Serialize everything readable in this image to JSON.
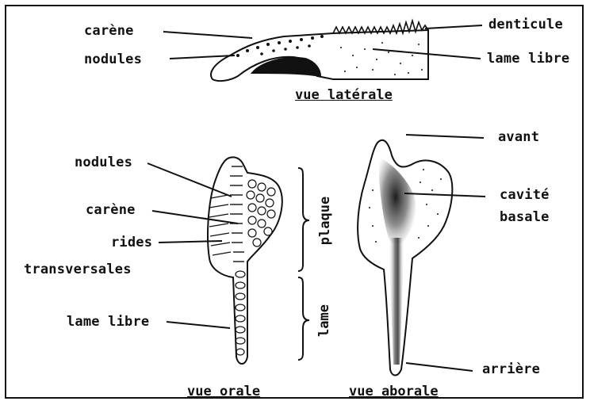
{
  "labels": {
    "carene_top": "carène",
    "nodules_top": "nodules",
    "denticule": "denticule",
    "lame_libre_top": "lame libre",
    "avant": "avant",
    "nodules_oral": "nodules",
    "carene_oral": "carène",
    "rides": "rides",
    "transversales": "transversales",
    "lame_libre_oral": "lame libre",
    "cavite": "cavité",
    "basale": "basale",
    "arriere": "arrière",
    "plaque": "plaque",
    "lame": "lame"
  },
  "captions": {
    "laterale": "vue latérale",
    "orale": "vue orale",
    "aborale": "vue aborale"
  },
  "colors": {
    "ink": "#111111",
    "background": "#ffffff"
  }
}
